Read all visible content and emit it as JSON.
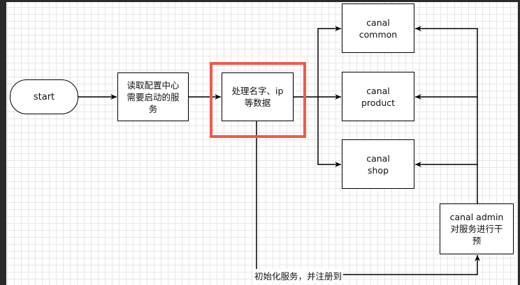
{
  "nodes": {
    "start": "start",
    "read_config": "读取配置中心\n需要启动的服\n务",
    "process": "处理名字、ip\n等数据",
    "canal_common": "canal\ncommon",
    "canal_product": "canal\nproduct",
    "canal_shop": "canal\nshop",
    "canal_admin": "canal admin\n对服务进行干\n预"
  },
  "edge_labels": {
    "init_register": "初始化服务，并注册到"
  },
  "colors": {
    "highlight": "#f05a4a",
    "stroke": "#000000",
    "grid": "#e6e6e6"
  }
}
